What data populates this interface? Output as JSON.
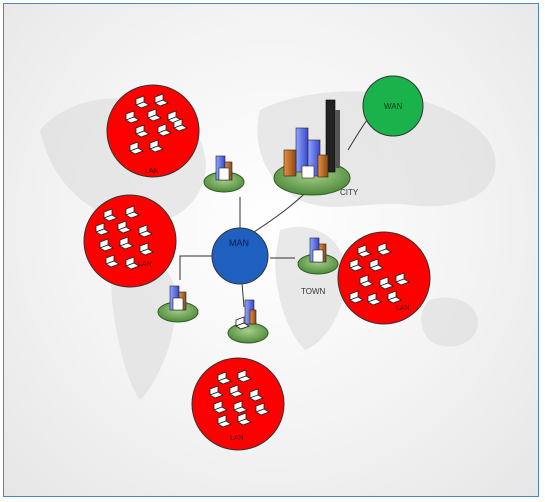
{
  "diagram": {
    "nodes": {
      "man": "MAN",
      "wan": "WAN",
      "city": "CITY",
      "town": "TOWN",
      "lan_top": "LAN",
      "lan_left": "LAN",
      "lan_right": "LAN",
      "lan_bottom": "LAN"
    },
    "colors": {
      "lan": "#ff0000",
      "man": "#1f5fbf",
      "wan": "#19b24b",
      "border": "#4a86c8",
      "base": "#6aa84f"
    }
  }
}
